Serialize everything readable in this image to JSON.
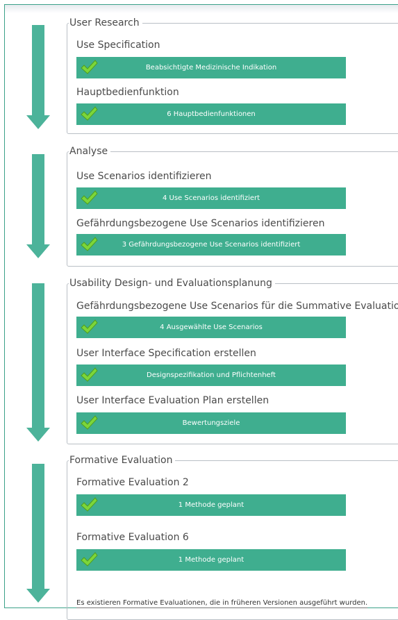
{
  "sections": [
    {
      "legend": "User Research",
      "items": [
        {
          "title": "Use Specification",
          "status": "Beabsichtigte Medizinische Indikation"
        },
        {
          "title": "Hauptbedienfunktion",
          "status": "6 Hauptbedienfunktionen"
        }
      ]
    },
    {
      "legend": "Analyse",
      "items": [
        {
          "title": "Use Scenarios identifizieren",
          "status": "4 Use Scenarios identifiziert"
        },
        {
          "title": "Gefährdungsbezogene Use Scenarios identifizieren",
          "status": "3 Gefährdungsbezogene Use Scenarios identifiziert"
        }
      ]
    },
    {
      "legend": "Usability Design- und Evaluationsplanung",
      "items": [
        {
          "title": "Gefährdungsbezogene Use Scenarios für die Summative Evaluation",
          "status": "4 Ausgewählte Use Scenarios"
        },
        {
          "title": "User Interface Specification erstellen",
          "status": "Designspezifikation und Pflichtenheft"
        },
        {
          "title": "User Interface Evaluation Plan erstellen",
          "status": "Bewertungsziele"
        }
      ]
    },
    {
      "legend": "Formative Evaluation",
      "items": [
        {
          "title": "Formative Evaluation 2",
          "status": "1 Methode geplant"
        },
        {
          "title": "Formative Evaluation 6",
          "status": "1 Methode geplant"
        }
      ],
      "note": "Es existieren Formative Evaluationen, die in früheren Versionen ausgeführt wurden."
    }
  ],
  "icons": {
    "arrow": "down-arrow-icon",
    "check": "green-checkmark-icon"
  },
  "colors": {
    "accent": "#3fae8f",
    "arrow": "#4cb39a",
    "check": "#7cd63a"
  }
}
